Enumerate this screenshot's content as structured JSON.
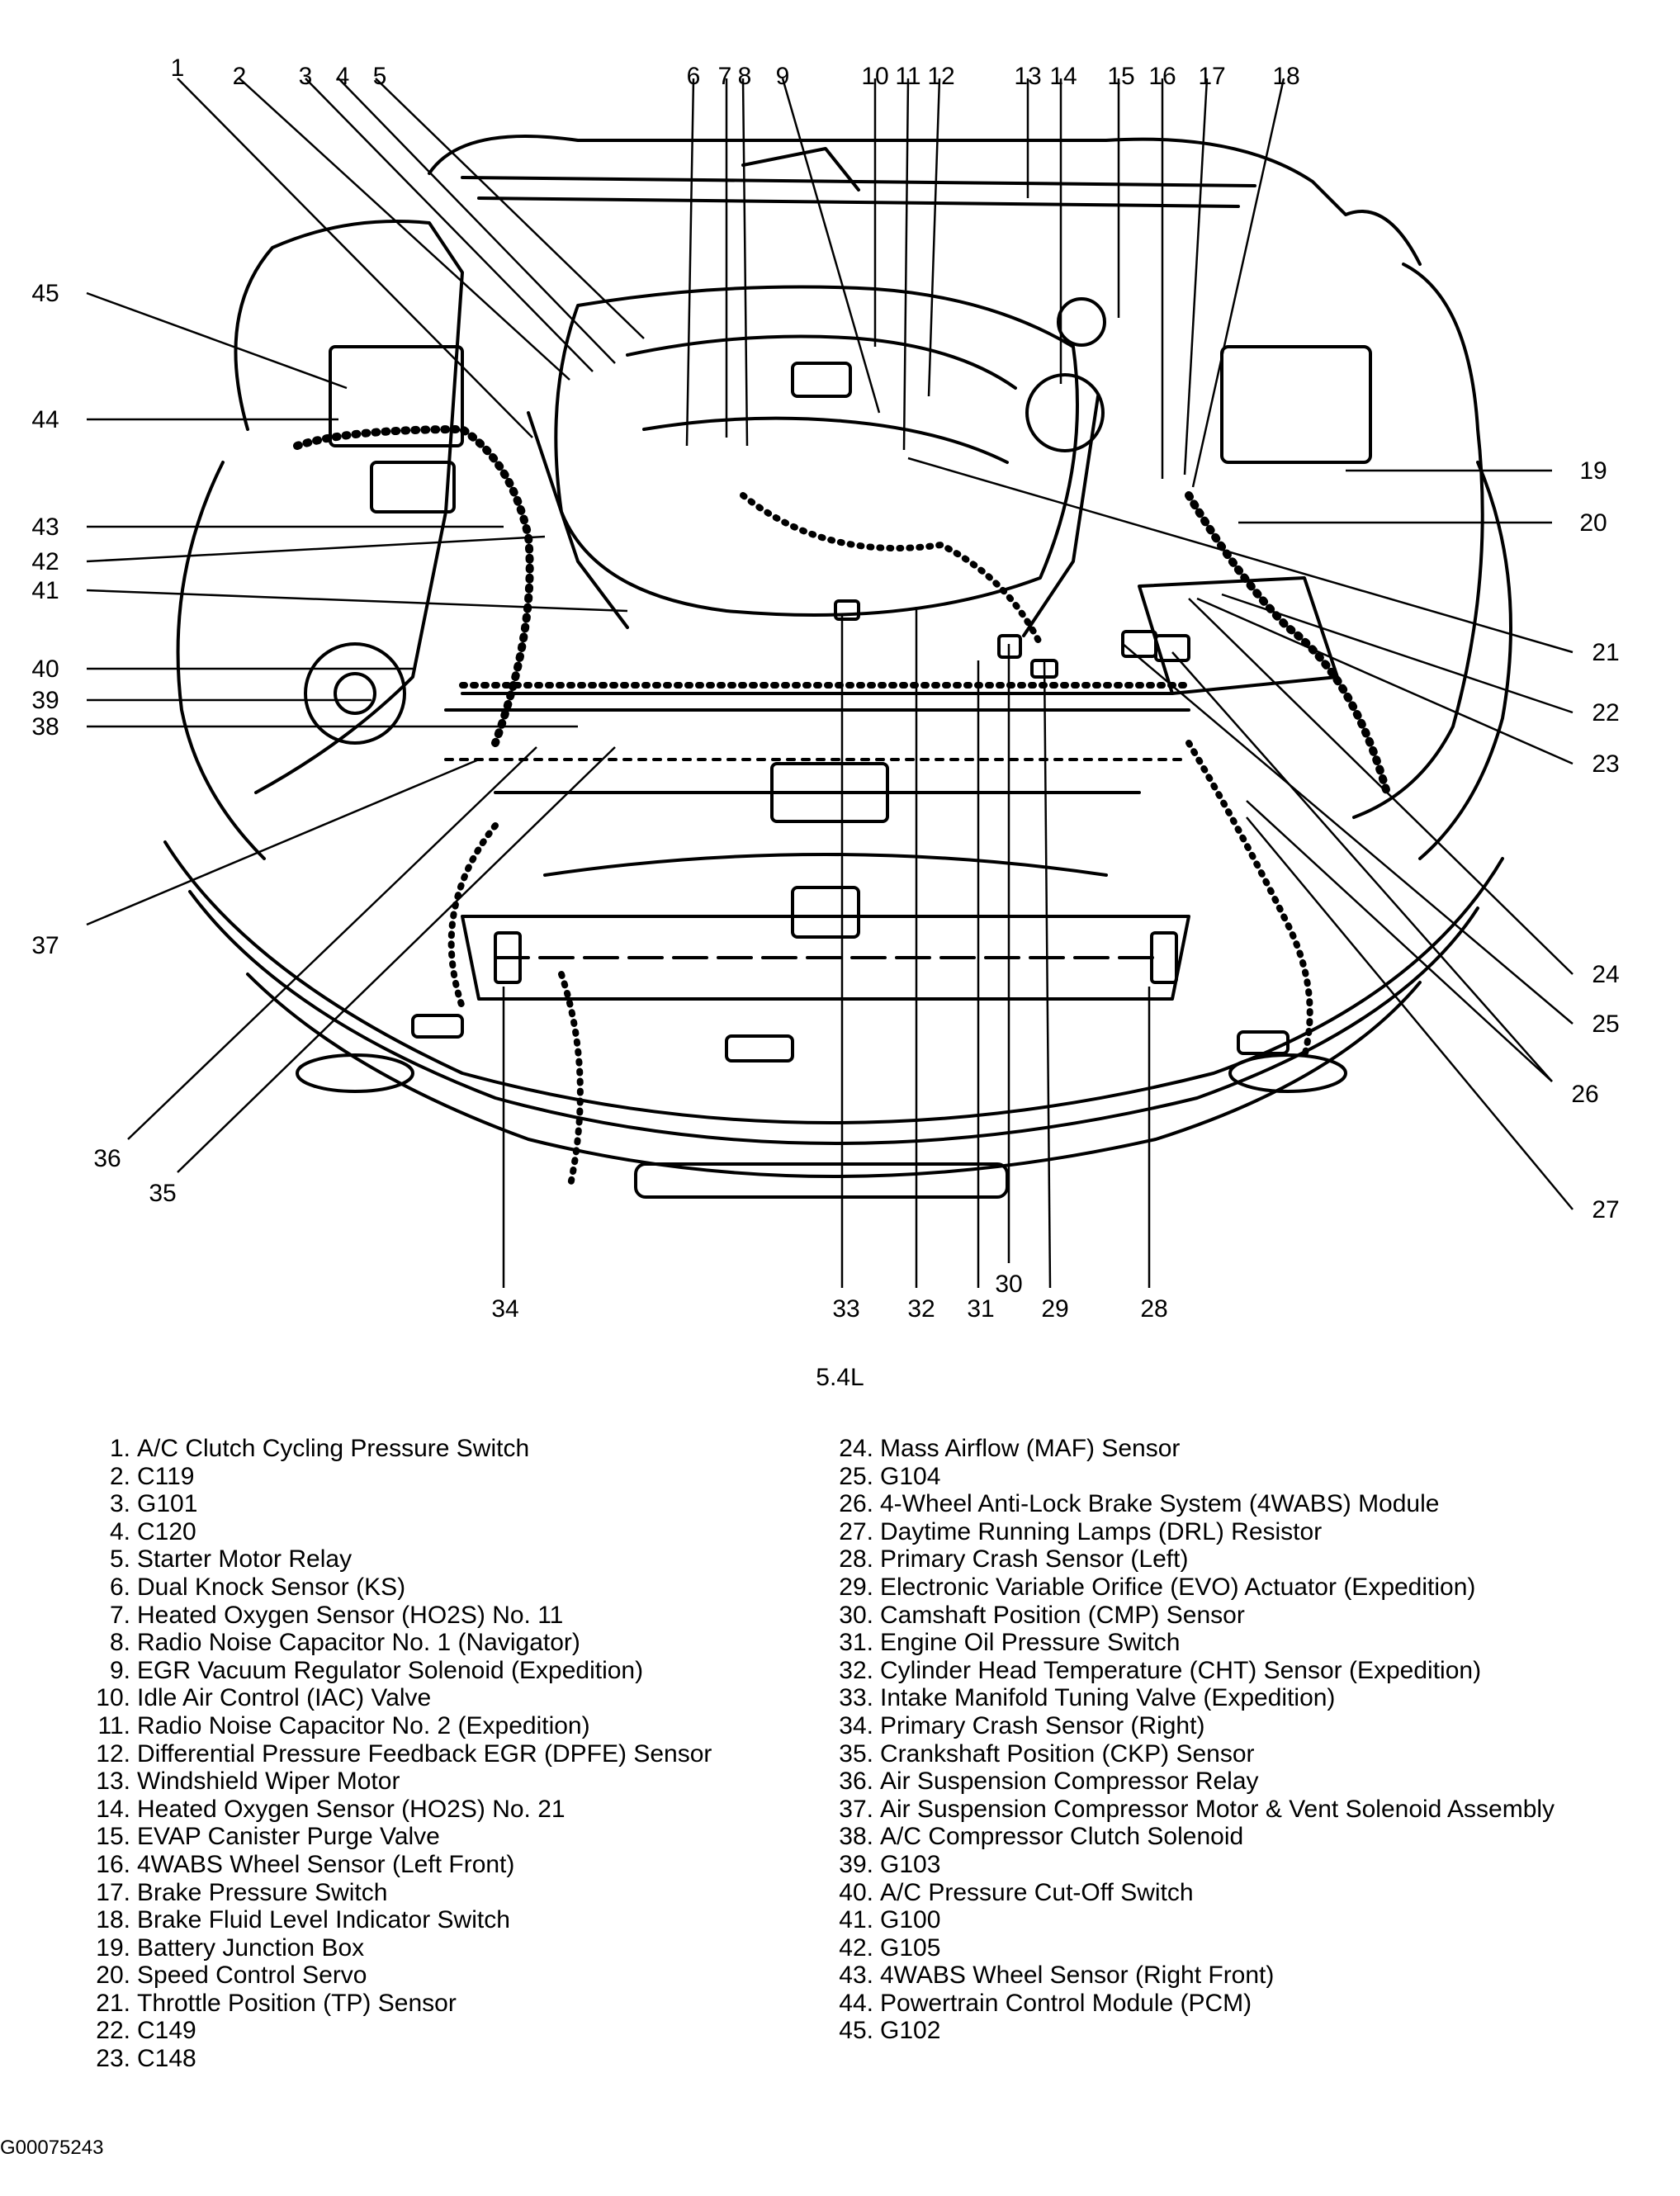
{
  "caption": "5.4L",
  "figure_id": "G00075243",
  "callouts": [
    "1",
    "2",
    "3",
    "4",
    "5",
    "6",
    "7",
    "8",
    "9",
    "10",
    "11",
    "12",
    "13",
    "14",
    "15",
    "16",
    "17",
    "18",
    "19",
    "20",
    "21",
    "22",
    "23",
    "24",
    "25",
    "26",
    "27",
    "28",
    "29",
    "30",
    "31",
    "32",
    "33",
    "34",
    "35",
    "36",
    "37",
    "38",
    "39",
    "40",
    "41",
    "42",
    "43",
    "44",
    "45"
  ],
  "legend": [
    {
      "num": "1.",
      "label": "A/C Clutch Cycling Pressure Switch"
    },
    {
      "num": "2.",
      "label": "C119"
    },
    {
      "num": "3.",
      "label": "G101"
    },
    {
      "num": "4.",
      "label": "C120"
    },
    {
      "num": "5.",
      "label": "Starter Motor Relay"
    },
    {
      "num": "6.",
      "label": "Dual  Knock Sensor (KS)"
    },
    {
      "num": "7.",
      "label": "Heated Oxygen Sensor (HO2S) No. 11"
    },
    {
      "num": "8.",
      "label": "Radio Noise Capacitor No. 1 (Navigator)"
    },
    {
      "num": "9.",
      "label": "EGR Vacuum Regulator Solenoid (Expedition)"
    },
    {
      "num": "10.",
      "label": "Idle Air Control (IAC) Valve"
    },
    {
      "num": "11.",
      "label": "Radio Noise Capacitor No. 2 (Expedition)"
    },
    {
      "num": "12.",
      "label": "Differential Pressure Feedback EGR (DPFE) Sensor"
    },
    {
      "num": "13.",
      "label": "Windshield Wiper Motor"
    },
    {
      "num": "14.",
      "label": "Heated Oxygen Sensor (HO2S) No. 21"
    },
    {
      "num": "15.",
      "label": "EVAP Canister Purge Valve"
    },
    {
      "num": "16.",
      "label": "4WABS Wheel Sensor (Left Front)"
    },
    {
      "num": "17.",
      "label": "Brake Pressure Switch"
    },
    {
      "num": "18.",
      "label": "Brake Fluid Level Indicator Switch"
    },
    {
      "num": "19.",
      "label": "Battery Junction Box"
    },
    {
      "num": "20.",
      "label": "Speed Control Servo"
    },
    {
      "num": "21.",
      "label": "Throttle Position (TP) Sensor"
    },
    {
      "num": "22.",
      "label": "C149"
    },
    {
      "num": "23.",
      "label": "C148"
    },
    {
      "num": "24.",
      "label": "Mass Airflow (MAF) Sensor"
    },
    {
      "num": "25.",
      "label": "G104"
    },
    {
      "num": "26.",
      "label": "4-Wheel Anti-Lock Brake System (4WABS) Module"
    },
    {
      "num": "27.",
      "label": "Daytime Running Lamps (DRL) Resistor"
    },
    {
      "num": "28.",
      "label": "Primary Crash Sensor (Left)"
    },
    {
      "num": "29.",
      "label": "Electronic Variable Orifice (EVO) Actuator (Expedition)"
    },
    {
      "num": "30.",
      "label": "Camshaft Position (CMP) Sensor"
    },
    {
      "num": "31.",
      "label": "Engine Oil Pressure Switch"
    },
    {
      "num": "32.",
      "label": "Cylinder Head Temperature (CHT) Sensor (Expedition)"
    },
    {
      "num": "33.",
      "label": "Intake Manifold Tuning Valve (Expedition)"
    },
    {
      "num": "34.",
      "label": "Primary Crash Sensor (Right)"
    },
    {
      "num": "35.",
      "label": "Crankshaft Position (CKP) Sensor"
    },
    {
      "num": "36.",
      "label": "Air Suspension Compressor Relay"
    },
    {
      "num": "37.",
      "label": "Air Suspension Compressor Motor & Vent Solenoid Assembly"
    },
    {
      "num": "38.",
      "label": "A/C Compressor Clutch Solenoid"
    },
    {
      "num": "39.",
      "label": "G103"
    },
    {
      "num": "40.",
      "label": "A/C Pressure Cut-Off Switch"
    },
    {
      "num": "41.",
      "label": "G100"
    },
    {
      "num": "42.",
      "label": "G105"
    },
    {
      "num": "43.",
      "label": "4WABS Wheel Sensor (Right Front)"
    },
    {
      "num": "44.",
      "label": "Powertrain Control Module (PCM)"
    },
    {
      "num": "45.",
      "label": "G102"
    }
  ]
}
